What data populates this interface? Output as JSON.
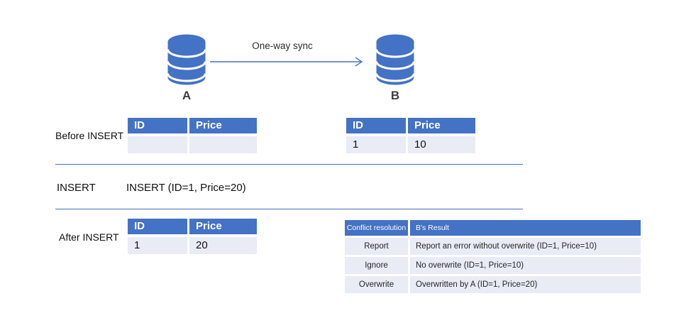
{
  "diagram": {
    "sync_label": "One-way sync",
    "db_a_label": "A",
    "db_b_label": "B"
  },
  "sections": {
    "before_label": "Before INSERT",
    "insert_label": "INSERT",
    "insert_statement": "INSERT (ID=1, Price=20)",
    "after_label": "After INSERT"
  },
  "tables": {
    "a_before": {
      "headers": [
        "ID",
        "Price"
      ],
      "rows": [
        [
          "",
          ""
        ]
      ]
    },
    "b_before": {
      "headers": [
        "ID",
        "Price"
      ],
      "rows": [
        [
          "1",
          "10"
        ]
      ]
    },
    "a_after": {
      "headers": [
        "ID",
        "Price"
      ],
      "rows": [
        [
          "1",
          "20"
        ]
      ]
    },
    "conflict": {
      "headers": [
        "Conflict resolution",
        "B's Result"
      ],
      "rows": [
        [
          "Report",
          "Report an error without overwrite (ID=1, Price=10)"
        ],
        [
          "Ignore",
          "No overwrite (ID=1, Price=10)"
        ],
        [
          "Overwrite",
          "Overwritten by A (ID=1, Price=20)"
        ]
      ]
    }
  },
  "icons": {
    "database_a": "database-cylinder",
    "database_b": "database-cylinder",
    "sync_arrow": "right-arrow"
  },
  "colors": {
    "accent_blue": "#4472C4",
    "table_row_fill": "#E9EBF5",
    "header_text": "#FFFFFF",
    "text_dark": "#1A1A1A"
  }
}
